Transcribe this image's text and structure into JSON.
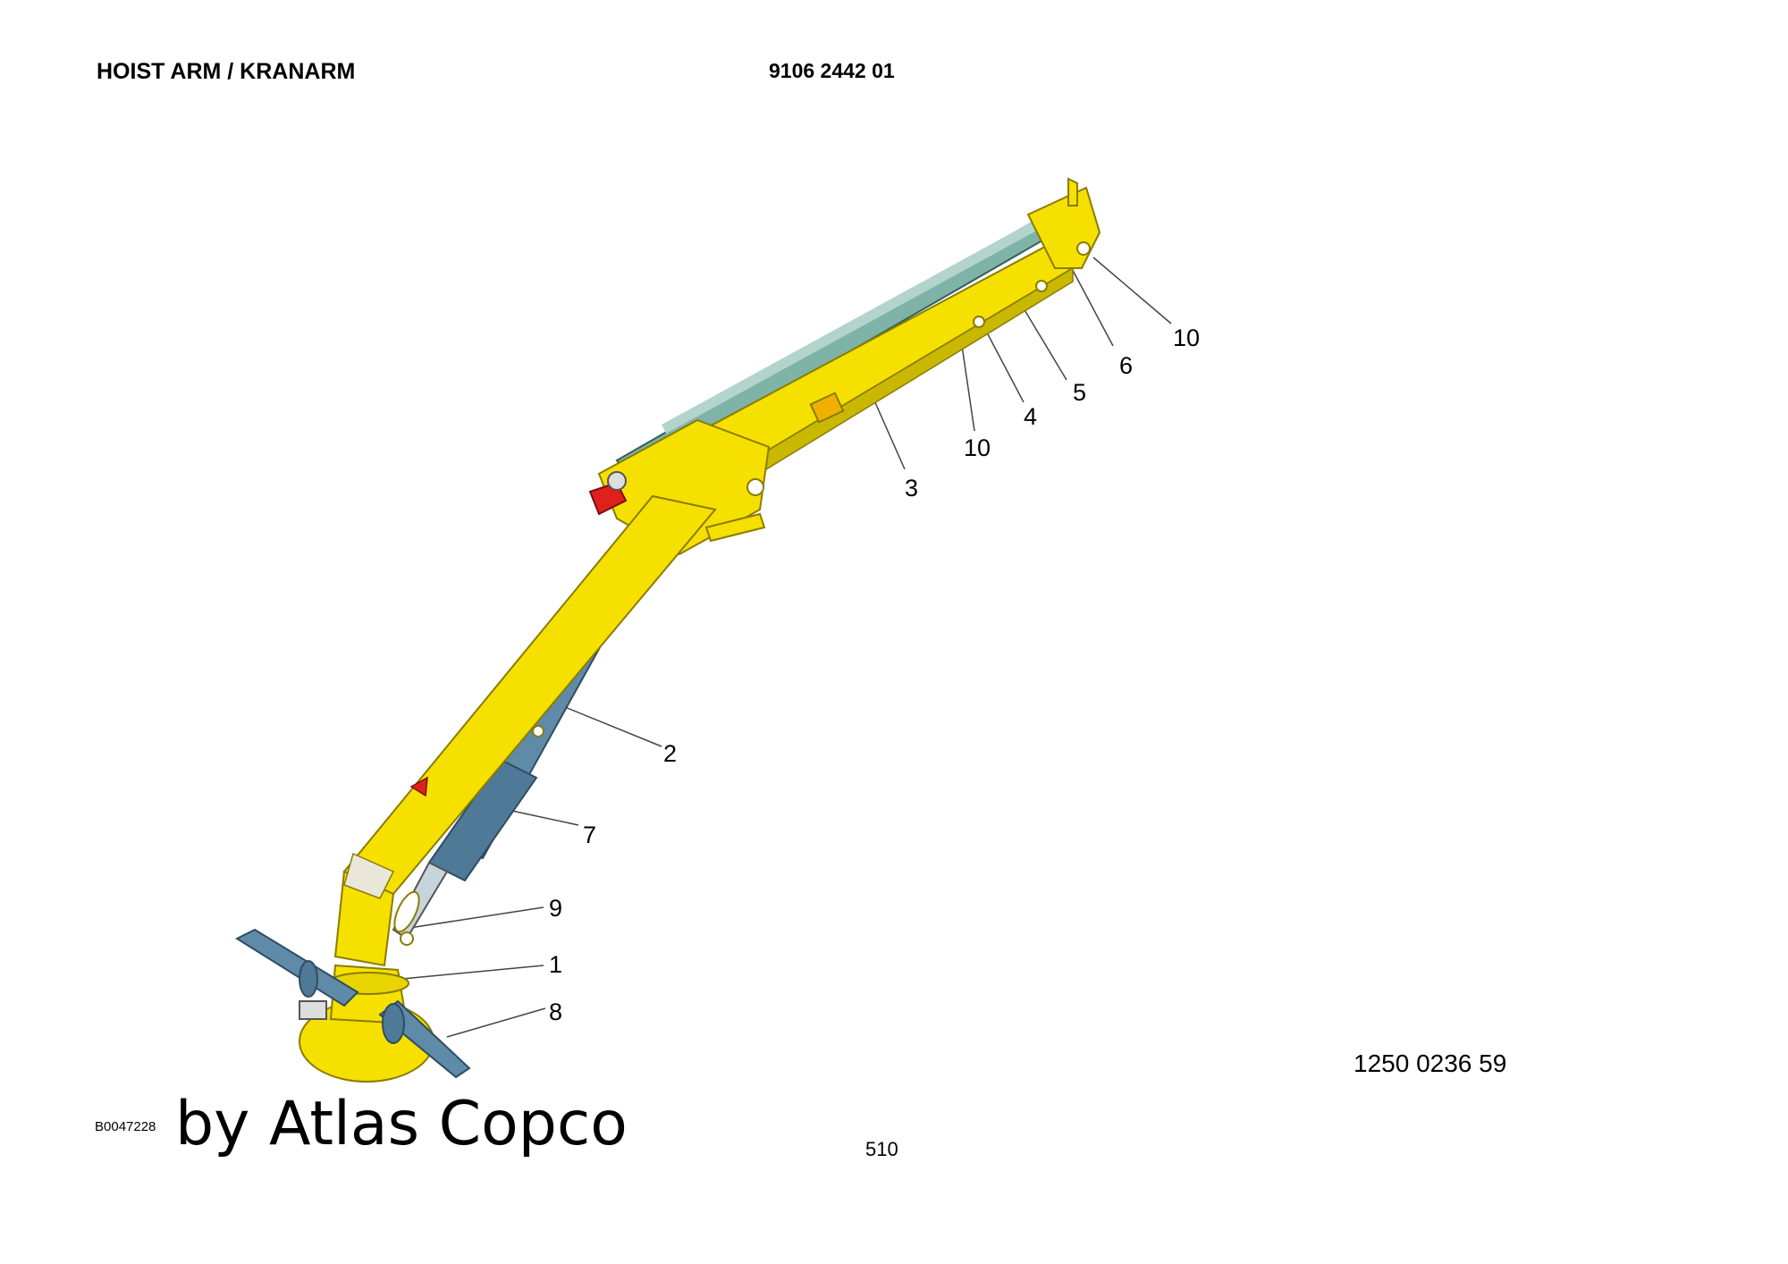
{
  "header": {
    "title": "HOIST ARM / KRANARM",
    "document_number": "9106 2442 01"
  },
  "diagram": {
    "callouts": [
      "1",
      "2",
      "3",
      "4",
      "5",
      "6",
      "7",
      "8",
      "9",
      "10",
      "10"
    ],
    "colors": {
      "boom": "#f5e000",
      "boom_edge": "#b8a400",
      "cylinder": "#5f8aa8",
      "rod": "#7fb3a8",
      "warning": "#e0201b"
    }
  },
  "footer": {
    "image_code": "B0047228",
    "brand_text": "by Atlas Copco",
    "page_number": "510",
    "part_number": "1250 0236 59"
  }
}
